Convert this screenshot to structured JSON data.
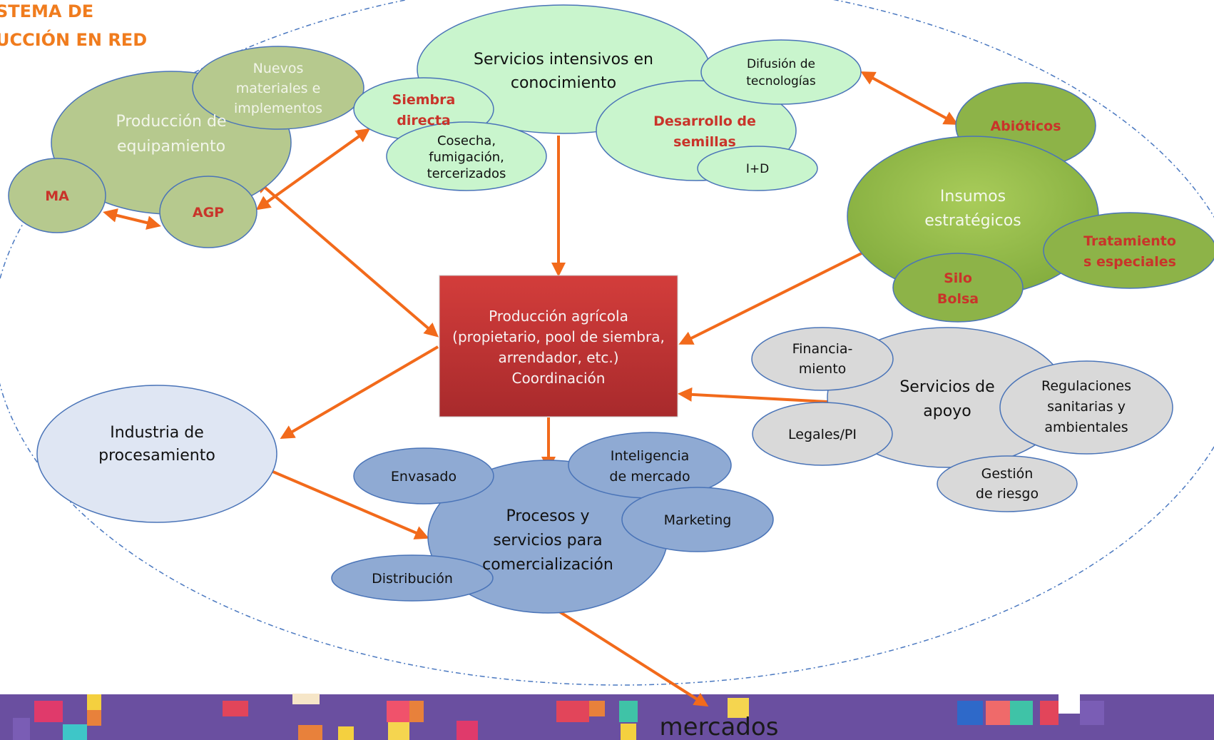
{
  "title": "STEMA DE\nUCCIÓN EN RED",
  "footer": {
    "label": "mercados"
  },
  "nodes": {
    "equip": {
      "label": "Producción de\nequipamiento"
    },
    "nuevos": {
      "label": "Nuevos\nmateriales e\nimplementos"
    },
    "ma": {
      "label": "MA"
    },
    "agp": {
      "label": "AGP"
    },
    "servicios": {
      "label": "Servicios intensivos en\nconocimiento"
    },
    "siembra": {
      "label": "Siembra\ndirecta"
    },
    "cosecha": {
      "label": "Cosecha,\nfumigación,\ntercerizados"
    },
    "desarrollo": {
      "label": "Desarrollo de\nsemillas"
    },
    "difusion": {
      "label": "Difusión de\ntecnologías"
    },
    "id": {
      "label": "I+D"
    },
    "abioticos": {
      "label": "Abióticos"
    },
    "insumos": {
      "label": "Insumos\nestratégicos"
    },
    "tratamientos": {
      "label": "Tratamiento\ns especiales"
    },
    "silo": {
      "label": "Silo\nBolsa"
    },
    "produccion": {
      "label": "Producción agrícola\n(propietario, pool de siembra,\narrendador, etc.)\nCoordinación"
    },
    "apoyo": {
      "label": "Servicios de\napoyo"
    },
    "financiamiento": {
      "label": "Financia-\nmiento"
    },
    "legales": {
      "label": "Legales/PI"
    },
    "regulaciones": {
      "label": "Regulaciones\nsanitarias y\nambientales"
    },
    "gestion": {
      "label": "Gestión\nde riesgo"
    },
    "industria": {
      "label": "Industria de\nprocesamiento"
    },
    "procesos": {
      "label": "Procesos y\nservicios para\ncomercialización"
    },
    "envasado": {
      "label": "Envasado"
    },
    "inteligencia": {
      "label": "Inteligencia\nde mercado"
    },
    "marketing": {
      "label": "Marketing"
    },
    "distribucion": {
      "label": "Distribución"
    }
  },
  "colors": {
    "accent": "#f26a1b",
    "title": "#f07c1e",
    "footer_bg": "#6a4fa0",
    "olive": "#b6c98e",
    "mint": "#c9f5cd",
    "green": "#8db348",
    "red_box": "#c03434",
    "grey": "#d9d9d9",
    "light_blue": "#dfe6f3",
    "blue": "#8faad3"
  }
}
